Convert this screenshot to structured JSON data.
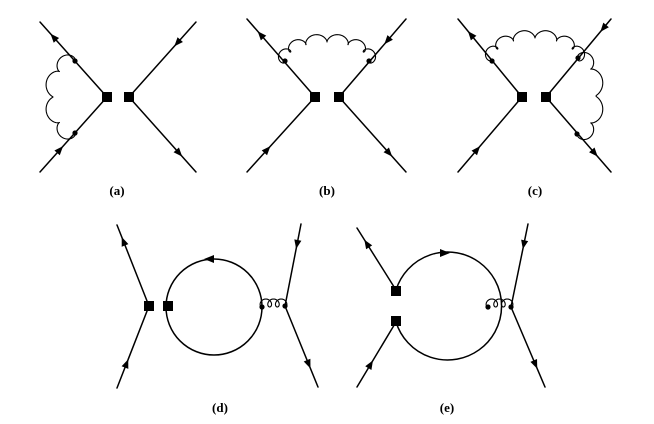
{
  "diagrams": [
    {
      "id": "a",
      "caption": "(a)"
    },
    {
      "id": "b",
      "caption": "(b)"
    },
    {
      "id": "c",
      "caption": "(c)"
    },
    {
      "id": "d",
      "caption": "(d)"
    },
    {
      "id": "e",
      "caption": "(e)"
    }
  ]
}
